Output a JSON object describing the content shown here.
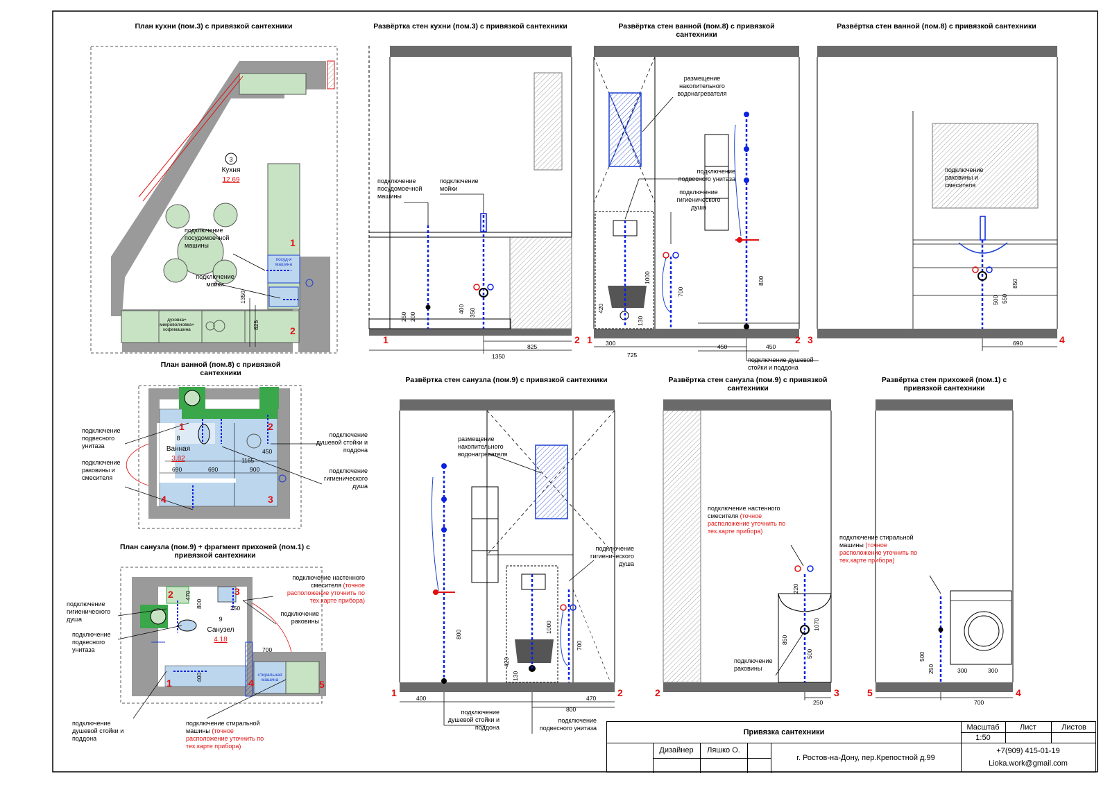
{
  "titles": {
    "kitchen_plan": "План кухни (пом.3) с привязкой сантехники",
    "kitchen_walls": "Развёртка стен кухни (пом.3) с привязкой сантехники",
    "bath_walls_a": "Развёртка стен ванной (пом.8) с привязкой сантехники",
    "bath_walls_b": "Развёртка стен ванной (пом.8) с привязкой сантехники",
    "bath_plan": "План ванной (пом.8) с привязкой сантехники",
    "wc_walls_a": "Развёртка стен санузла (пом.9) с привязкой сантехники",
    "wc_walls_b": "Развёртка стен санузла (пом.9) с привязкой сантехники",
    "hall_walls": "Развёртка стен прихожей (пом.1) с привязкой сантехники",
    "wc_plan": "План санузла (пом.9) + фрагмент прихожей (пом.1) с привязкой сантехники"
  },
  "rooms": {
    "kitchen": {
      "num": "3",
      "name": "Кухня",
      "area": "12.69"
    },
    "bath": {
      "num": "8",
      "name": "Ванная",
      "area": "3.82"
    },
    "wc": {
      "num": "9",
      "name": "Санузел",
      "area": "4.18"
    }
  },
  "labels": {
    "dishwasher": "подключение посудомоечной машины",
    "sink_kitchen": "подключение мойки",
    "boiler": "размещение накопительного водонагревателя",
    "wall_toilet": "подключение подвесного унитаза",
    "hyg_shower": "подключение гигиенического душа",
    "shower_tray": "подключение душевой стойки и поддона",
    "basin_mixer": "подключение раковины и смесителя",
    "wall_mixer": "подключение настенного смесителя",
    "basin": "подключение раковины",
    "washer": "подключение стиральной машины",
    "note": "(точное расположение уточнить по тех.карте прибора)",
    "dishwasher_box": "посуд-я машина",
    "oven": "духовка+ микроволновка+ кофемашина",
    "washer_box": "стиральная машина"
  },
  "dims": {
    "k_1350": "1350",
    "k_825": "825",
    "k_250": "250",
    "k_200": "200",
    "k_400": "400",
    "k_350": "350",
    "b_1000": "1000",
    "b_420": "420",
    "b_130": "130",
    "b_700": "700",
    "b_800": "800",
    "b_300": "300",
    "b_725": "725",
    "b_450": "450",
    "b_850": "850",
    "b_500": "500",
    "b_550": "550",
    "b_690": "690",
    "bp_450": "450",
    "bp_1165": "1165",
    "bp_900": "900",
    "w_470": "470",
    "w_250": "250",
    "w_700": "700",
    "h_220": "220",
    "h_1070": "1070",
    "h_300": "300"
  },
  "wall_marks": [
    "1",
    "2",
    "3",
    "4",
    "5"
  ],
  "stamp": {
    "title": "Привязка сантехники",
    "scale_label": "Масштаб",
    "scale_value": "1:50",
    "sheet_label": "Лист",
    "sheets_label": "Листов",
    "role": "Дизайнер",
    "author": "Ляшко О.",
    "address": "г. Ростов-на-Дону, пер.Крепостной д.99",
    "phone": "+7(909) 415-01-19",
    "email": "Lioka.work@gmail.com"
  },
  "colors": {
    "pipe": "#0b22e0",
    "marker": "#e01010",
    "wall": "#9a9a9a",
    "slab": "#6a6a6a",
    "furniture": "#c8e3c4",
    "bath": "#bcd6ee"
  }
}
